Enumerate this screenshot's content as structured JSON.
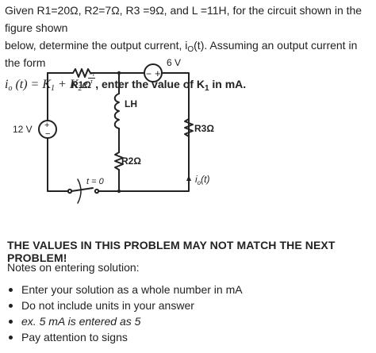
{
  "question": {
    "line1": "Given R1=20Ω, R2=7Ω, R3 =9Ω, and L =11H, for the circuit shown in the figure shown",
    "line2_a": "below, determine the output current, i",
    "line2_sub": "O",
    "line2_b": "(t). Assuming an output current in the form",
    "formula_i": "i",
    "formula_o": "o",
    "formula_mid": " (t) = K",
    "formula_k1sub": "1",
    "formula_plus": " + K",
    "formula_k2sub": "2",
    "formula_e": "e",
    "formula_frac_num": "−t",
    "formula_frac_den": "τ",
    "instr_a": ", enter the value of K",
    "instr_sub": "1",
    "instr_b": " in mA."
  },
  "circuit": {
    "r1_label": "R1Ω",
    "r2_label": "R2Ω",
    "r3_label": "R3Ω",
    "l_label": "LH",
    "v_left": "12 V",
    "v_top": "6 V",
    "switch_label": "t = 0",
    "current_label": "i",
    "current_sub": "o",
    "current_paren": "(t)",
    "plus": "+",
    "minus": "−"
  },
  "warning": "THE VALUES IN THIS PROBLEM MAY NOT MATCH THE NEXT PROBLEM!",
  "notes_title": "Notes on entering solution:",
  "notes": [
    "Enter your solution as a whole number in mA",
    "Do not include units in your answer",
    "ex. 5 mA is entered as 5",
    "Pay attention to signs"
  ]
}
